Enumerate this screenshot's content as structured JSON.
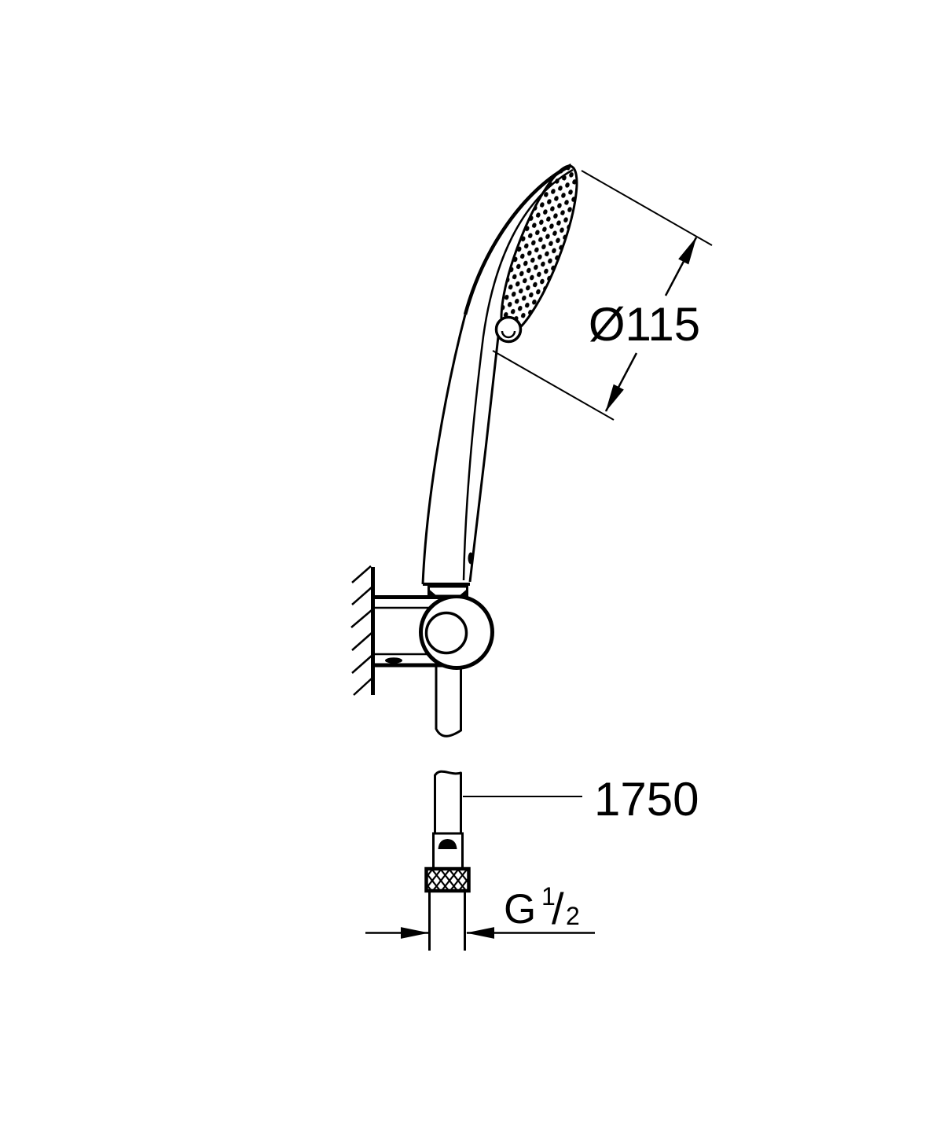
{
  "drawing": {
    "type": "technical-dimension-drawing",
    "background_color": "#ffffff",
    "line_color": "#000000",
    "labels": {
      "head_diameter": "Ø115",
      "hose_length": "1750",
      "thread": {
        "prefix": "G",
        "numerator": "1",
        "slash": "/",
        "denominator": "2"
      }
    }
  }
}
